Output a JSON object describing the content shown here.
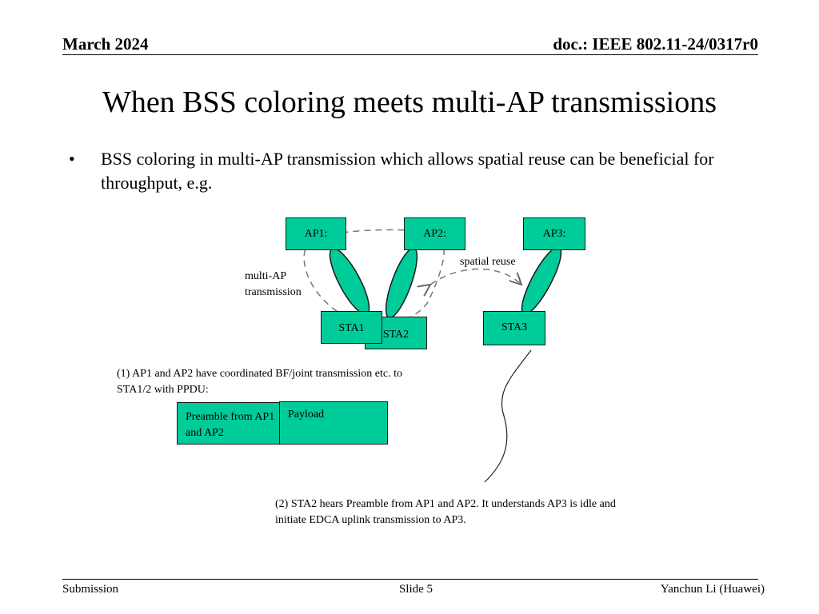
{
  "header": {
    "date": "March 2024",
    "doc": "doc.: IEEE 802.11-24/0317r0"
  },
  "title": "When BSS coloring meets multi-AP transmissions",
  "bullet": {
    "marker": "•",
    "text": "BSS coloring in multi-AP transmission which allows spatial reuse can be beneficial for throughput, e.g."
  },
  "diagram": {
    "ap1": "AP1:",
    "ap2": "AP2:",
    "ap3": "AP3:",
    "sta1": "STA1",
    "sta2": "STA2",
    "sta3": "STA3",
    "spatial_reuse": "spatial reuse",
    "multi_ap": "multi-AP transmission",
    "note1": "(1) AP1 and AP2 have coordinated BF/joint transmission etc. to STA1/2 with PPDU:",
    "preamble": "Preamble from AP1 and AP2",
    "payload": "Payload",
    "note2": "(2) STA2 hears Preamble from AP1 and AP2. It understands AP3 is idle and initiate EDCA uplink transmission to AP3.",
    "box_color": "#00CC99"
  },
  "footer": {
    "left": "Submission",
    "center": "Slide 5",
    "right": "Yanchun Li (Huawei)"
  }
}
